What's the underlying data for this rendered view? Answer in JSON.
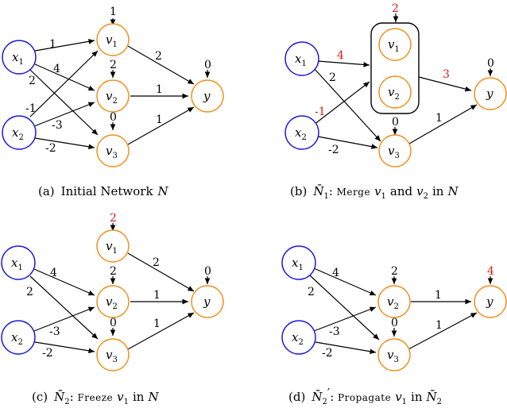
{
  "panel_a": {
    "caption_label": "(a)",
    "caption_text": "Initial Network",
    "caption_var": "N",
    "edges": {
      "x1_v1": "1",
      "x1_v2": "4",
      "x1_v3": "2",
      "x2_v1": "-1",
      "x2_v2": "-3",
      "x2_v3": "-2",
      "v1_y": "2",
      "v2_y": "1",
      "v3_y": "1"
    },
    "bias": {
      "v1": "1",
      "v2": "2",
      "v3": "0",
      "y": "0"
    }
  },
  "panel_b": {
    "caption_label": "(b)",
    "caption_net": "N̄",
    "caption_net_sub": "1",
    "caption_op": "Merge",
    "caption_rest1": "v",
    "caption_sub1": "1",
    "caption_and": "and",
    "caption_rest2": "v",
    "caption_sub2": "2",
    "caption_in": "in",
    "caption_var": "N",
    "edges": {
      "x1_merge": "4",
      "x1_v3": "2",
      "x2_merge": "-1",
      "x2_v3": "-2",
      "merge_y": "3",
      "v3_y": "1"
    },
    "bias": {
      "merge": "2",
      "v3": "0",
      "y": "0"
    }
  },
  "panel_c": {
    "caption_label": "(c)",
    "caption_net": "N̄",
    "caption_net_sub": "2",
    "caption_op": "Freeze",
    "caption_rest": "v",
    "caption_sub": "1",
    "caption_in": "in",
    "caption_var": "N",
    "edges": {
      "x1_v2": "4",
      "x1_v3": "2",
      "x2_v2": "-3",
      "x2_v3": "-2",
      "v1_y": "2",
      "v2_y": "1",
      "v3_y": "1"
    },
    "bias": {
      "v1": "2",
      "v2": "2",
      "v3": "0",
      "y": "0"
    }
  },
  "panel_d": {
    "caption_label": "(d)",
    "caption_net": "N̄",
    "caption_net_sub": "2",
    "caption_prime": "′",
    "caption_op": "Propagate",
    "caption_rest": "v",
    "caption_sub": "1",
    "caption_in": "in",
    "caption_var2": "N̄",
    "caption_var2_sub": "2",
    "edges": {
      "x1_v2": "4",
      "x1_v3": "2",
      "x2_v2": "-3",
      "x2_v3": "-2",
      "v2_y": "1",
      "v3_y": "1"
    },
    "bias": {
      "v2": "2",
      "v3": "0",
      "y": "4"
    }
  },
  "node_labels": {
    "x": "x",
    "v": "v",
    "y": "y",
    "sub1": "1",
    "sub2": "2",
    "sub3": "3"
  },
  "colors": {
    "input": "#1a1adb",
    "hidden": "#f0901e",
    "changed": "#e01b1b"
  }
}
